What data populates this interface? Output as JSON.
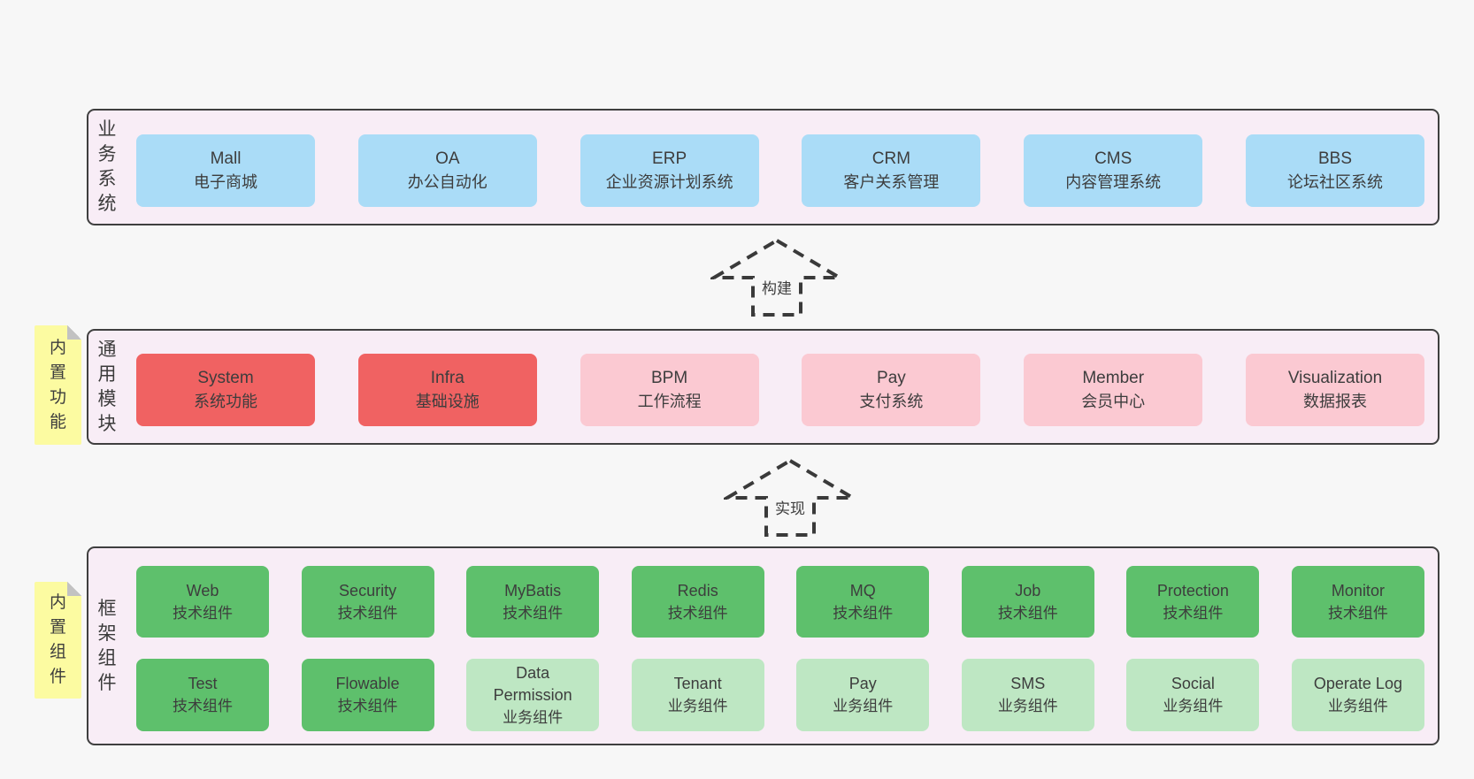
{
  "colors": {
    "page_bg": "#f7f7f7",
    "container_bg": "#f8edf6",
    "container_border": "#3f3f3f",
    "blue": "#aadcf7",
    "red": "#f06262",
    "pink": "#fbc9d2",
    "green_dark": "#5ec06c",
    "green_light": "#bee7c3",
    "note_yellow": "#fcfba1",
    "text": "#3d3d3d",
    "arrow_dash": "#3a3a3a"
  },
  "arrows": [
    {
      "label": "构建"
    },
    {
      "label": "实现"
    }
  ],
  "sections": {
    "business": {
      "label": "业务系统",
      "boxes": [
        {
          "en": "Mall",
          "zh": "电子商城"
        },
        {
          "en": "OA",
          "zh": "办公自动化"
        },
        {
          "en": "ERP",
          "zh": "企业资源计划系统"
        },
        {
          "en": "CRM",
          "zh": "客户关系管理"
        },
        {
          "en": "CMS",
          "zh": "内容管理系统"
        },
        {
          "en": "BBS",
          "zh": "论坛社区系统"
        }
      ]
    },
    "modules": {
      "note": "内置功能",
      "label": "通用模块",
      "boxes": [
        {
          "en": "System",
          "zh": "系统功能"
        },
        {
          "en": "Infra",
          "zh": "基础设施"
        },
        {
          "en": "BPM",
          "zh": "工作流程"
        },
        {
          "en": "Pay",
          "zh": "支付系统"
        },
        {
          "en": "Member",
          "zh": "会员中心"
        },
        {
          "en": "Visualization",
          "zh": "数据报表"
        }
      ]
    },
    "components": {
      "note": "内置组件",
      "label": "框架组件",
      "row1": [
        {
          "en": "Web",
          "zh": "技术组件"
        },
        {
          "en": "Security",
          "zh": "技术组件"
        },
        {
          "en": "MyBatis",
          "zh": "技术组件"
        },
        {
          "en": "Redis",
          "zh": "技术组件"
        },
        {
          "en": "MQ",
          "zh": "技术组件"
        },
        {
          "en": "Job",
          "zh": "技术组件"
        },
        {
          "en": "Protection",
          "zh": "技术组件"
        },
        {
          "en": "Monitor",
          "zh": "技术组件"
        }
      ],
      "row2": [
        {
          "en": "Test",
          "zh": "技术组件"
        },
        {
          "en": "Flowable",
          "zh": "技术组件"
        },
        {
          "en": "Data\nPermission",
          "zh": "业务组件"
        },
        {
          "en": "Tenant",
          "zh": "业务组件"
        },
        {
          "en": "Pay",
          "zh": "业务组件"
        },
        {
          "en": "SMS",
          "zh": "业务组件"
        },
        {
          "en": "Social",
          "zh": "业务组件"
        },
        {
          "en": "Operate Log",
          "zh": "业务组件"
        }
      ]
    }
  }
}
